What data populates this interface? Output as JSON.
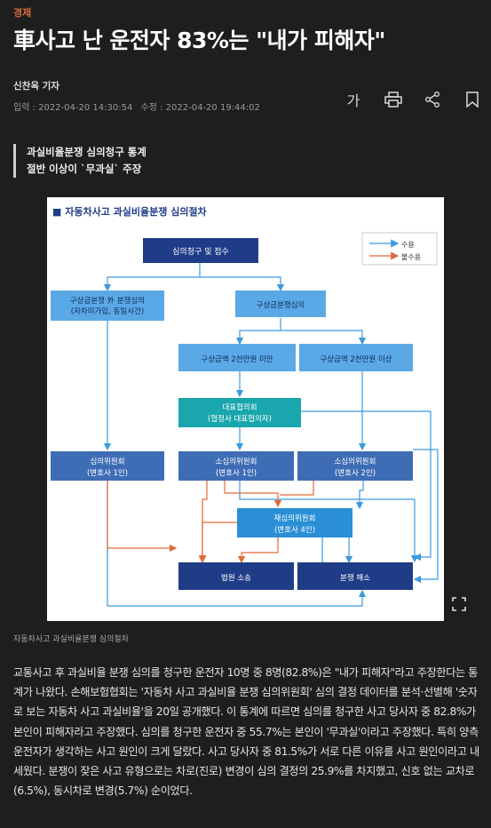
{
  "article": {
    "section": "경제",
    "title": "車사고 난 운전자 83%는 \"내가 피해자\"",
    "author": "신찬옥 기자",
    "published": "입력 : 2022-04-20 14:30:54",
    "modified": "수정 : 2022-04-20 19:44:02",
    "subtitle_lines": [
      "과실비율분쟁 심의청구 통계",
      "절반 이상이 `무과실` 주장"
    ],
    "caption": "자동차사고 과실비율분쟁 심의절차",
    "body": "교통사고 후 과실비율 분쟁 심의를 청구한 운전자 10명 중 8명(82.8%)은 \"내가 피해자\"라고 주장한다는 통계가 나왔다. 손해보험협회는 '자동차 사고 과실비율 분쟁 심의위원회' 심의 결정 데이터를 분석·선별해 '숫자로 보는 자동차 사고 과실비율'을 20일 공개했다. 이 통계에 따르면 심의를 청구한 사고 당사자 중 82.8%가 본인이 피해자라고 주장했다. 심의를 청구한 운전자 중 55.7%는 본인이 '무과실'이라고 주장했다. 특히 양측 운전자가 생각하는 사고 원인이 크게 달랐다. 사고 당사자 중 81.5%가 서로 다른 이유를 사고 원인이라고 내세웠다. 분쟁이 잦은 사고 유형으로는 차로(진로) 변경이 심의 결정의 25.9%를 차지했고, 신호 없는 교차로(6.5%), 동시차로 변경(5.7%) 순이었다."
  },
  "toolbar": {
    "font_label": "가",
    "icons": [
      "font-size-icon",
      "print-icon",
      "share-icon",
      "bookmark-icon"
    ]
  },
  "diagram": {
    "title": "■ 자동차사고 과실비율분쟁 심의절차",
    "legend": {
      "accept": "수용",
      "reject": "불수용"
    },
    "nodes": {
      "claim": "심의청구 및 접수",
      "exception": [
        "구상금분쟁 外 분쟁심의",
        "(자차미가입, 동일사건)"
      ],
      "recourse": "구상금분쟁심의",
      "under": "구상금액 2천만원 미만",
      "over": "구상금액 2천만원 이상",
      "rep": [
        "대표협의회",
        "(협정사 대표협의자)"
      ],
      "committee": [
        "심의위원회",
        "(변호사 1인)"
      ],
      "sub1": [
        "소심의위원회",
        "(변호사 1인)"
      ],
      "sub2": [
        "소심의위원회",
        "(변호사 2인)"
      ],
      "re": [
        "재심의위원회",
        "(변호사 4인)"
      ],
      "court": "법원 소송",
      "resolved": "분쟁 해소"
    },
    "colors": {
      "navy": "#1f3d87",
      "mid": "#3e6db5",
      "light": "#5aa9e6",
      "teal": "#19a6ad",
      "accept": "#3b9be0",
      "reject": "#e06a3a"
    }
  }
}
